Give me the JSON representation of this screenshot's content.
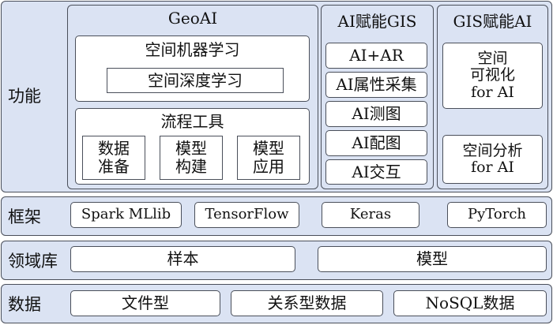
{
  "rows": {
    "function": {
      "label": "功能"
    },
    "framework": {
      "label": "框架",
      "items": [
        "Spark MLlib",
        "TensorFlow",
        "Keras",
        "PyTorch"
      ]
    },
    "domain_lib": {
      "label": "领域库",
      "items": [
        "样本",
        "模型"
      ]
    },
    "data": {
      "label": "数据",
      "items": [
        "文件型",
        "关系型数据",
        "NoSQL数据"
      ]
    }
  },
  "geoai": {
    "title": "GeoAI",
    "ml": {
      "title": "空间机器学习",
      "deep": "空间深度学习"
    },
    "tools": {
      "title": "流程工具",
      "items": [
        [
          "数据",
          "准备"
        ],
        [
          "模型",
          "构建"
        ],
        [
          "模型",
          "应用"
        ]
      ]
    }
  },
  "ai_gis": {
    "title": "AI赋能GIS",
    "items": [
      "AI+AR",
      "AI属性采集",
      "AI测图",
      "AI配图",
      "AI交互"
    ]
  },
  "gis_ai": {
    "title": "GIS赋能AI",
    "items": [
      [
        "空间",
        "可视化",
        "for AI"
      ],
      [
        "空间分析",
        "for AI"
      ]
    ]
  }
}
